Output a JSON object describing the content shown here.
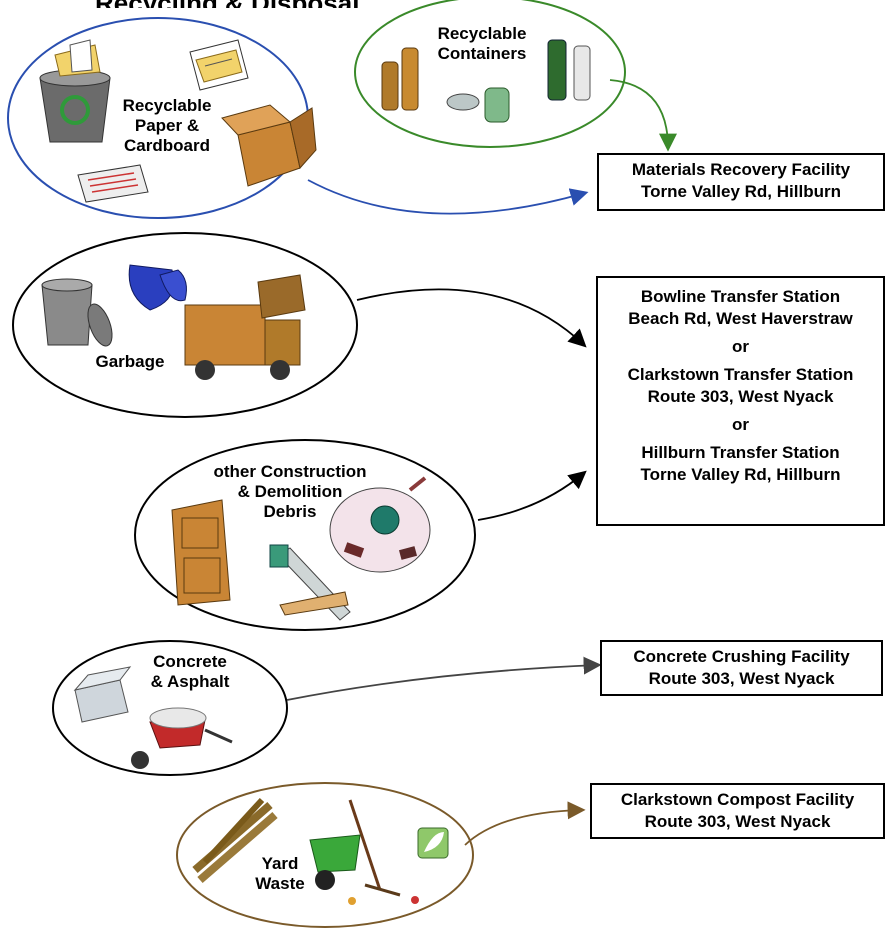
{
  "header": {
    "cut_title": "Recycling & Disposal"
  },
  "sources": {
    "paper": {
      "label": "Recyclable\nPaper &\nCardboard"
    },
    "containers": {
      "label": "Recyclable\nContainers"
    },
    "garbage": {
      "label": "Garbage"
    },
    "cd": {
      "label": "other Construction\n& Demolition\nDebris"
    },
    "concrete": {
      "label": "Concrete\n& Asphalt"
    },
    "yard": {
      "label": "Yard\nWaste"
    }
  },
  "destinations": {
    "mrf": {
      "name": "Materials Recovery Facility",
      "address": "Torne Valley Rd, Hillburn"
    },
    "transfer": {
      "or_label": "or",
      "stations": [
        {
          "name": "Bowline Transfer Station",
          "address": "Beach Rd, West Haverstraw"
        },
        {
          "name": "Clarkstown Transfer Station",
          "address": "Route 303, West Nyack"
        },
        {
          "name": "Hillburn Transfer Station",
          "address": "Torne Valley Rd, Hillburn"
        }
      ]
    },
    "concrete": {
      "name": "Concrete Crushing Facility",
      "address": "Route 303, West Nyack"
    },
    "compost": {
      "name": "Clarkstown Compost Facility",
      "address": "Route 303, West Nyack"
    }
  },
  "colors": {
    "paper_border": "#2a4fb0",
    "containers_border": "#3a8a2a",
    "compost_border": "#7a5a2a",
    "default_border": "#000000"
  },
  "icons": [
    "recycle-bin-icon",
    "paper-bundle-icon",
    "cardboard-box-icon",
    "newspaper-icon",
    "bottles-icon",
    "cans-icon",
    "trash-can-icon",
    "trash-bags-icon",
    "garbage-truck-icon",
    "door-icon",
    "saw-icon",
    "rubble-icon",
    "concrete-block-icon",
    "wheelbarrow-icon",
    "sticks-bundle-icon",
    "leaf-icon",
    "rake-icon"
  ]
}
